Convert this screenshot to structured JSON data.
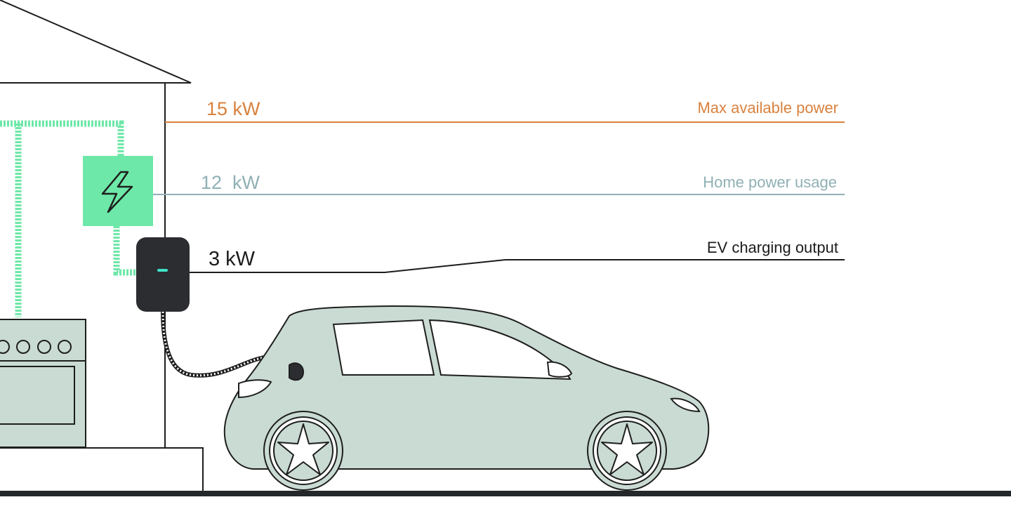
{
  "levels": {
    "max": {
      "value": "15 kW",
      "label": "Max available power",
      "color": "#d9823e"
    },
    "home": {
      "value": "12  kW",
      "label": "Home power usage",
      "color": "#8fb0b5"
    },
    "ev": {
      "value": "3 kW",
      "label": "EV charging output",
      "color": "#1c1c1c"
    }
  },
  "colors": {
    "accent_green": "#6ee8a8",
    "car_fill": "#c9dbd3",
    "outline": "#1e1e1e",
    "charger_body": "#2b2d31",
    "charger_led": "#3fe3c8"
  },
  "icons": {
    "meter": "lightning-bolt-icon",
    "charger": "wallbox-charger-icon",
    "stove": "stove-icon"
  }
}
